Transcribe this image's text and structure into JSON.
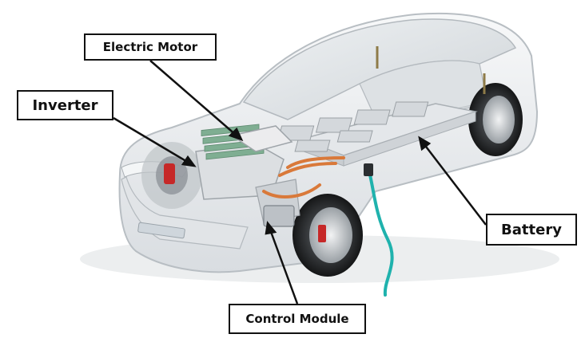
{
  "diagram": {
    "labels": {
      "electric_motor": "Electric Motor",
      "inverter": "Inverter",
      "battery": "Battery",
      "control_module": "Control Module"
    },
    "colors": {
      "car_body": "#e9ecef",
      "battery_cells": "#d4d8dc",
      "inverter_cells": "#7fae92",
      "copper_cables": "#d9793a",
      "charging_cable": "#1fb2ad",
      "brake_caliper": "#c62828",
      "callout_border": "#111111"
    }
  }
}
